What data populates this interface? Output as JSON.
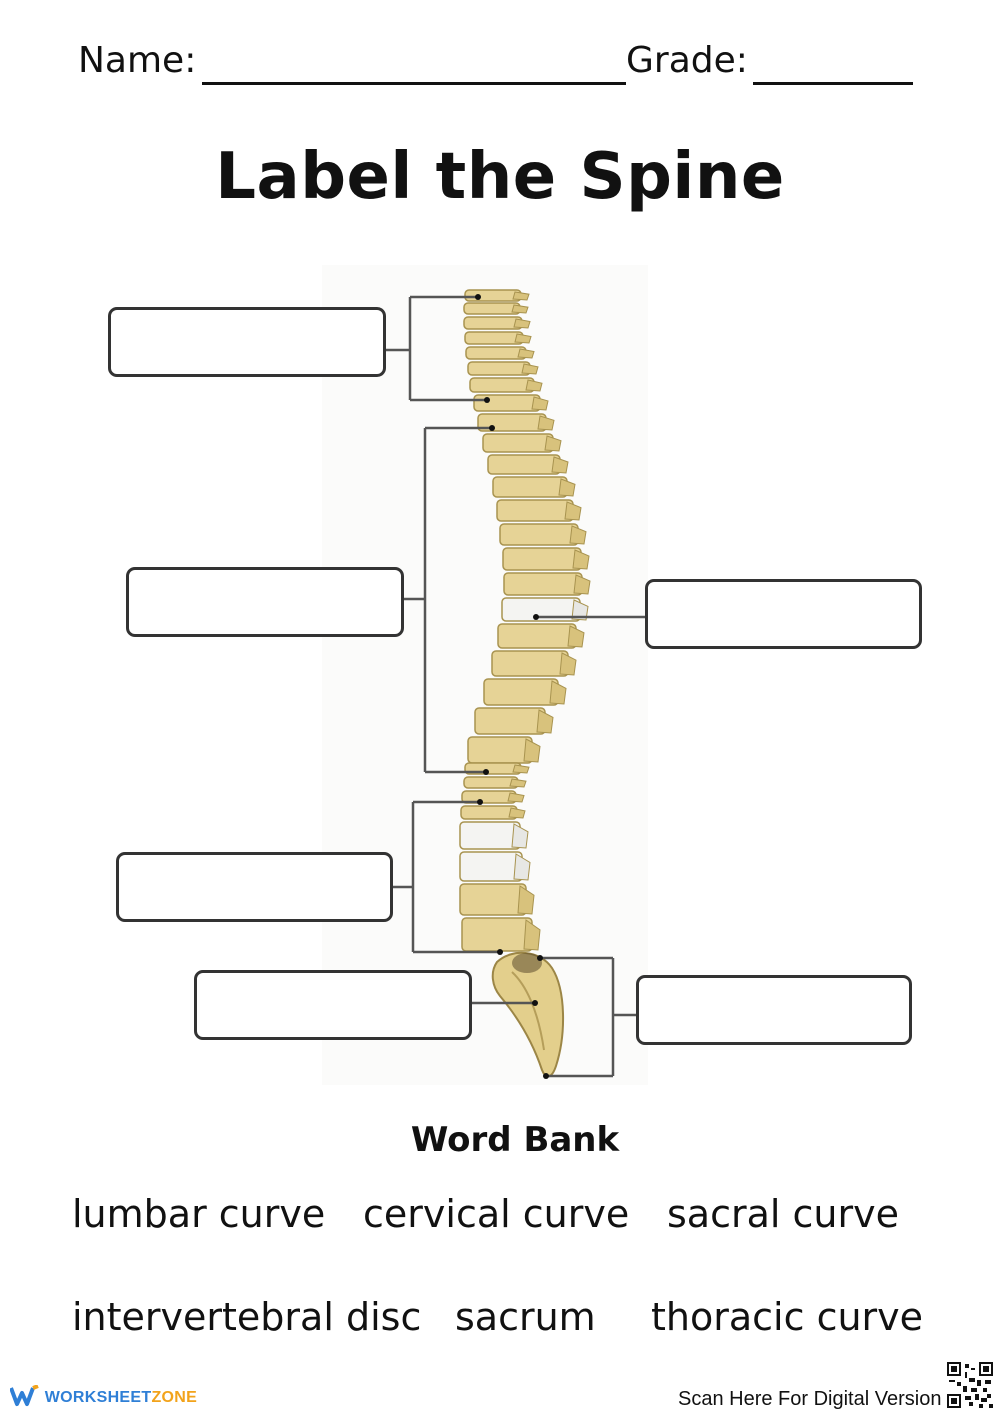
{
  "header": {
    "name_label": "Name:",
    "grade_label": "Grade:"
  },
  "title": "Label the Spine",
  "diagram": {
    "icons": [
      "spine-illustration"
    ],
    "answer_boxes": [
      "",
      "",
      "",
      "",
      "",
      ""
    ]
  },
  "word_bank": {
    "title": "Word Bank",
    "row1": [
      "lumbar curve",
      "cervical curve",
      "sacral curve"
    ],
    "row2": [
      "intervertebral disc",
      "sacrum",
      "thoracic curve"
    ]
  },
  "footer": {
    "brand_part1": "WORKSHEET",
    "brand_part2": "ZONE",
    "scan_text": "Scan Here For Digital Version",
    "icons": [
      "worksheetzone-logo-icon",
      "qr-code-icon"
    ]
  },
  "colors": {
    "bone": "#e6d396",
    "bone_edge": "#a8934f",
    "disc": "#f4f4f2",
    "line": "#555555",
    "brand_blue": "#2f7fd6",
    "brand_orange": "#f2a31b"
  }
}
